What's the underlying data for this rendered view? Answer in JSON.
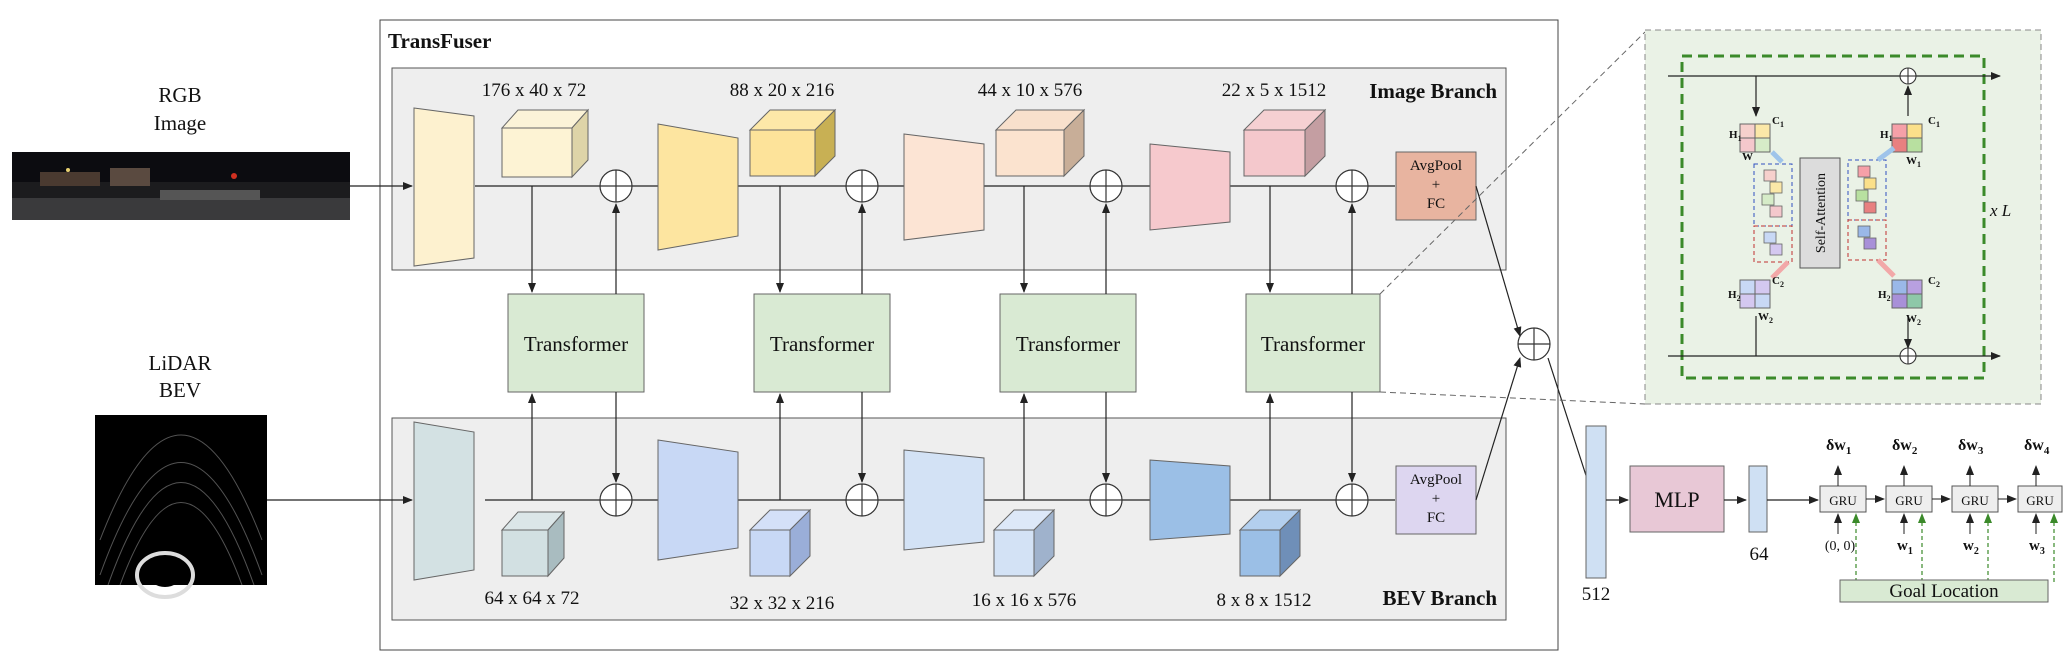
{
  "inputs": {
    "rgb_line1": "RGB",
    "rgb_line2": "Image",
    "lidar_line1": "LiDAR",
    "lidar_line2": "BEV"
  },
  "transfuser": {
    "title": "TransFuser",
    "image_branch": "Image Branch",
    "bev_branch": "BEV Branch",
    "image_sizes": [
      "176 x 40 x 72",
      "88 x 20 x 216",
      "44 x 10 x 576",
      "22 x 5 x 1512"
    ],
    "bev_sizes": [
      "64 x 64 x 72",
      "32 x 32 x 216",
      "16 x 16 x 576",
      "8 x 8 x 1512"
    ],
    "transformer_label": "Transformer",
    "avgpool": [
      "AvgPool",
      "+",
      "FC"
    ]
  },
  "head": {
    "dim_512": "512",
    "mlp": "MLP",
    "dim_64": "64",
    "gru": "GRU",
    "goal": "Goal Location",
    "init": "(0, 0)",
    "outputs": [
      "δw",
      "δw",
      "δw",
      "δw"
    ],
    "output_subs": [
      "1",
      "2",
      "3",
      "4"
    ],
    "inputs_w": [
      "w",
      "w",
      "w"
    ],
    "input_subs": [
      "1",
      "2",
      "3"
    ]
  },
  "attention": {
    "self_attention": "Self-Attention",
    "times_l": "x L",
    "h1": "H",
    "c1": "C",
    "w1": "W",
    "h2": "H",
    "c2": "C",
    "w2": "W"
  },
  "colors": {
    "frame": "#f0f0f0",
    "transformer": "#d9ead3",
    "dashed_green": "#3b8a2a",
    "attn_bg": "#eaf2e6",
    "avgpool_img": "#e8b4a0",
    "avgpool_bev": "#ddd6f0",
    "mlp": "#e8c8d6",
    "vector": "#cfe0f3",
    "goal": "#d9ead3"
  }
}
